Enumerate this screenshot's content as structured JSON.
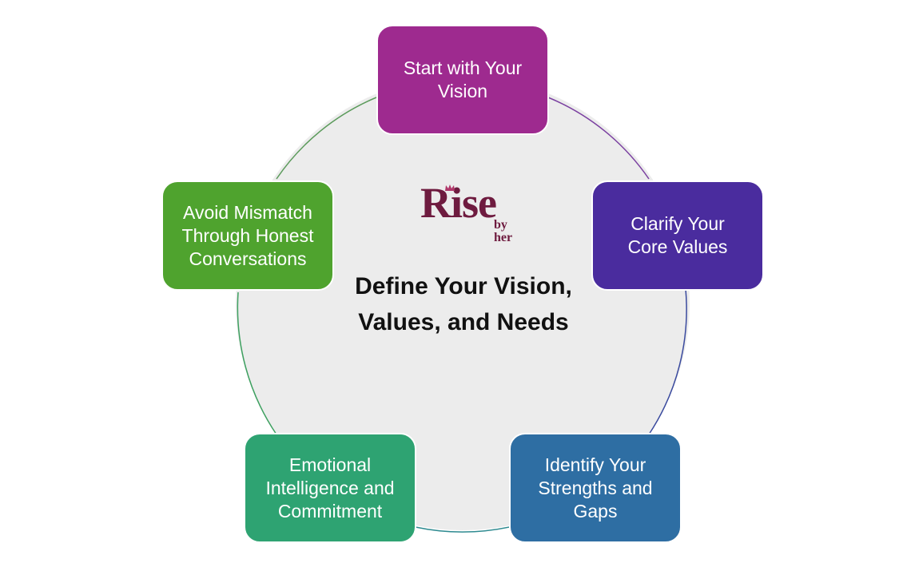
{
  "logo": {
    "word": "Rise",
    "tagline": "by her",
    "color": "#6e1b3f"
  },
  "center": {
    "title_line1": "Define Your Vision,",
    "title_line2": "Values, and Needs",
    "fill": "#ececec"
  },
  "steps": [
    {
      "label_lines": [
        "Start with Your",
        "Vision"
      ],
      "color": "#9e2a8f"
    },
    {
      "label_lines": [
        "Clarify Your",
        "Core Values"
      ],
      "color": "#4a2c9e"
    },
    {
      "label_lines": [
        "Identify Your",
        "Strengths and",
        "Gaps"
      ],
      "color": "#2e6ea3"
    },
    {
      "label_lines": [
        "Emotional",
        "Intelligence and",
        "Commitment"
      ],
      "color": "#2ea372"
    },
    {
      "label_lines": [
        "Avoid Mismatch",
        "Through Honest",
        "Conversations"
      ],
      "color": "#4fa32e"
    }
  ]
}
